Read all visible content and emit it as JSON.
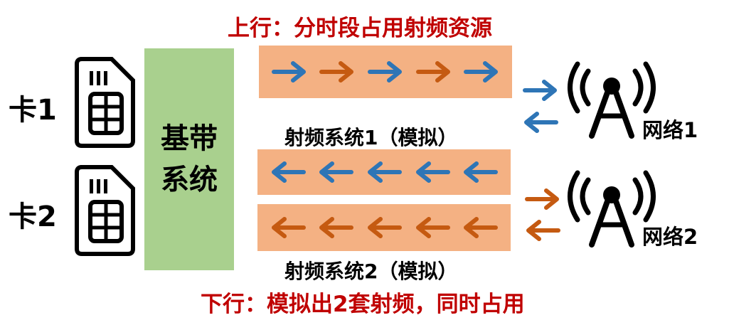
{
  "colors": {
    "title": "#c00000",
    "baseband_fill": "#a9d08e",
    "band_fill": "#f4b183",
    "arrow_blue": "#2e75b6",
    "arrow_orange": "#c55a11"
  },
  "uplink_title": "上行：分时段占用射频资源",
  "downlink_title": "下行：模拟出2套射频，同时占用",
  "sim_cards": [
    {
      "label": "卡1",
      "icon": "sim-card-icon"
    },
    {
      "label": "卡2",
      "icon": "sim-card-icon"
    }
  ],
  "baseband": {
    "line1": "基带",
    "line2": "系统"
  },
  "rf_systems": [
    {
      "label": "射频系统1（模拟）"
    },
    {
      "label": "射频系统2（模拟）"
    }
  ],
  "networks": [
    {
      "label": "网络1",
      "icon": "cell-tower-icon"
    },
    {
      "label": "网络2",
      "icon": "cell-tower-icon"
    }
  ],
  "bands": [
    {
      "name": "uplink-band",
      "direction": "right",
      "arrows": [
        "blue",
        "orange",
        "blue",
        "orange",
        "blue"
      ]
    },
    {
      "name": "rf1-downlink-band",
      "direction": "left",
      "arrows": [
        "blue",
        "blue",
        "blue",
        "blue",
        "blue"
      ]
    },
    {
      "name": "rf2-downlink-band",
      "direction": "left",
      "arrows": [
        "orange",
        "orange",
        "orange",
        "orange",
        "orange"
      ]
    }
  ]
}
